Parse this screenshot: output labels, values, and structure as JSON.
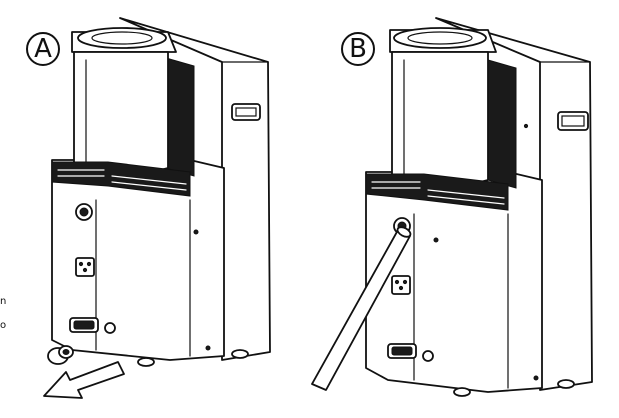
{
  "labels": {
    "panel_a": "A",
    "panel_b": "B"
  },
  "edge_text": {
    "line1": "n",
    "line2": "o"
  },
  "icons": {
    "drain_cap": "drain-cap-icon",
    "drain_hose": "drain-hose-icon",
    "direction_arrow": "arrow-icon"
  }
}
